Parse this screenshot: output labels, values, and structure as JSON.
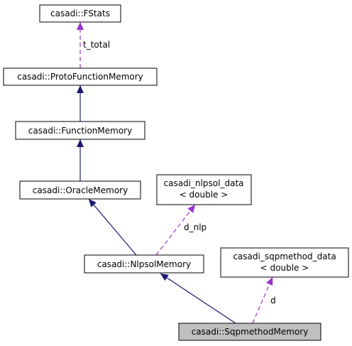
{
  "colors": {
    "inheritance": "#191970",
    "usage": "#9a32cd",
    "highlight_fill": "#bfbfbf",
    "node_fill": "#ffffff"
  },
  "nodes": {
    "fstats": {
      "lines": [
        "casadi::FStats"
      ]
    },
    "proto": {
      "lines": [
        "casadi::ProtoFunctionMemory"
      ]
    },
    "function": {
      "lines": [
        "casadi::FunctionMemory"
      ]
    },
    "oracle": {
      "lines": [
        "casadi::OracleMemory"
      ]
    },
    "nlpsol_data": {
      "lines": [
        "casadi_nlpsol_data",
        "< double >"
      ]
    },
    "nlpsol": {
      "lines": [
        "casadi::NlpsolMemory"
      ]
    },
    "sqp_data": {
      "lines": [
        "casadi_sqpmethod_data",
        "< double >"
      ]
    },
    "sqp": {
      "lines": [
        "casadi::SqpmethodMemory"
      ]
    }
  },
  "edge_labels": {
    "t_total": "t_total",
    "d_nlp": "d_nlp",
    "d": "d"
  }
}
